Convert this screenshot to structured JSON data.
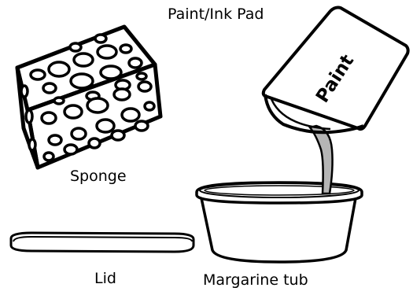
{
  "title": "Paint/Ink Pad",
  "labels": {
    "sponge": "Sponge",
    "lid": "Lid",
    "tub": "Margarine tub",
    "can_text": "Paint"
  },
  "colors": {
    "outline": "#000000",
    "fill": "#ffffff",
    "paint_stream": "#b5b5b5"
  }
}
